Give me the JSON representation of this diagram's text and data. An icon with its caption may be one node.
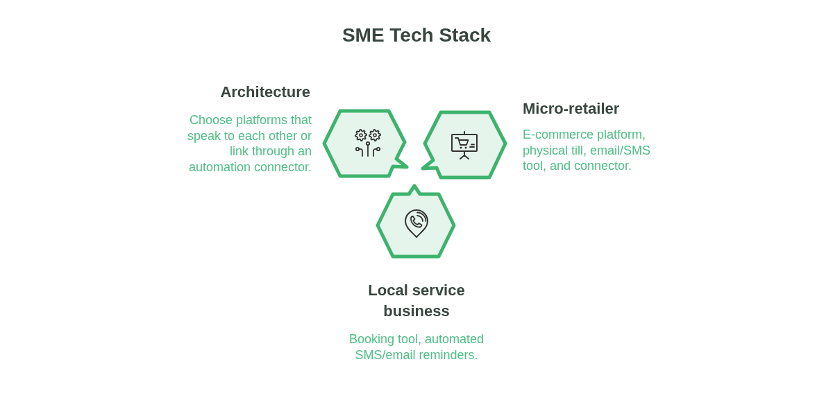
{
  "diagram": {
    "title": "SME Tech Stack",
    "nodes": [
      {
        "text": [
          "Architecture",
          "Choose platforms that speak to each other or link through an automation connector."
        ]
      },
      {
        "text": [
          "Micro-retailer",
          "E-commerce platform, physical till, email/SMS tool, and connector."
        ]
      },
      {
        "text": [
          "Local service business",
          "Booking tool, automated SMS/email reminders."
        ]
      }
    ]
  }
}
